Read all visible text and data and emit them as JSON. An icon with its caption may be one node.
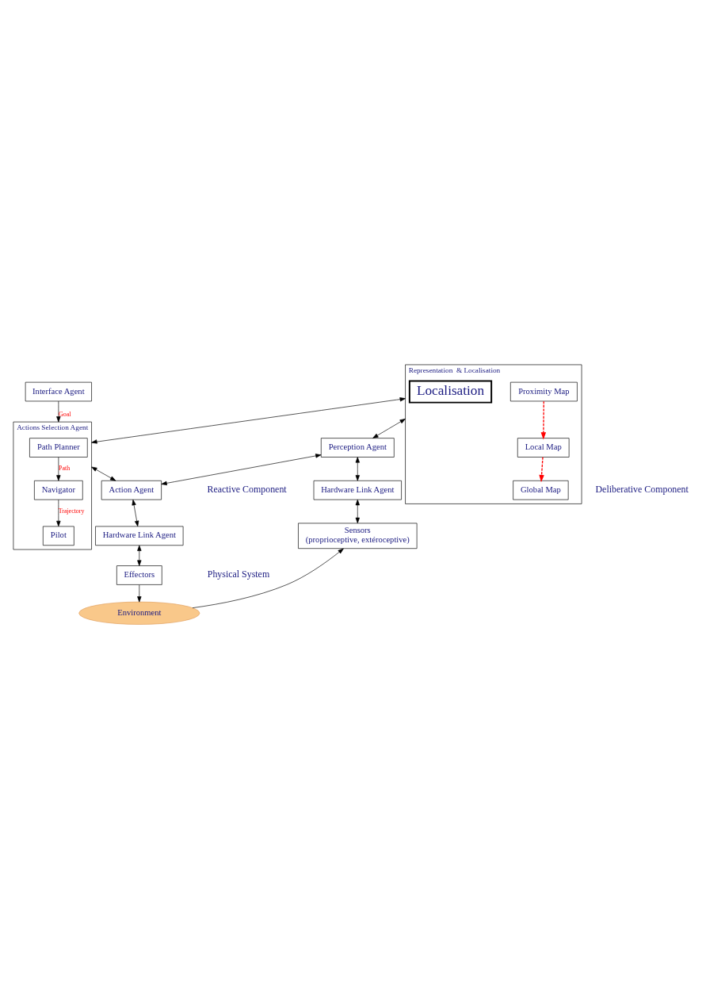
{
  "diagram": {
    "nodes": [
      {
        "text": [
          "Interface Agent"
        ]
      },
      {
        "text": [
          "Representation  & Localisation"
        ]
      },
      {
        "text": [
          "Localisation"
        ],
        "in": 1
      },
      {
        "text": [
          "Global Map"
        ],
        "in": 1
      },
      {
        "text": [
          "Local Map"
        ],
        "in": 1
      },
      {
        "text": [
          "Proximity Map"
        ],
        "in": 1
      },
      {
        "text": [
          "Actions Selection Agent"
        ]
      },
      {
        "text": [
          "Path Planner"
        ],
        "in": 6
      },
      {
        "text": [
          "Navigator"
        ],
        "in": 6
      },
      {
        "text": [
          "Pilot"
        ],
        "in": 6
      },
      {
        "text": [
          "Perception Agent"
        ]
      },
      {
        "text": [
          "Action Agent"
        ]
      },
      {
        "text": [
          "Hardware Link Agent"
        ]
      },
      {
        "text": [
          "Hardware Link Agent"
        ]
      },
      {
        "text": [
          "Sensors",
          "(proprioceptive, extéroceptive)"
        ]
      },
      {
        "text": [
          "Effectors"
        ]
      },
      {
        "text": [
          "Environment"
        ]
      }
    ],
    "edges": [
      {
        "from": 0,
        "to": 6,
        "arrow": "to",
        "label": "Goal"
      },
      {
        "from": 5,
        "to": 4,
        "arrow": "to",
        "style": "dashed",
        "color": "#ff0000"
      },
      {
        "from": 4,
        "to": 3,
        "arrow": "to",
        "style": "dashed",
        "color": "#ff0000"
      },
      {
        "from": 1,
        "to": 6,
        "arrow": "both"
      },
      {
        "from": 7,
        "to": 8,
        "arrow": "to",
        "label": "Path"
      },
      {
        "from": 8,
        "to": 9,
        "arrow": "to",
        "label": "Trajectory"
      },
      {
        "from": 1,
        "to": 10,
        "arrow": "both"
      },
      {
        "from": 6,
        "to": 11,
        "arrow": "both"
      },
      {
        "from": 10,
        "to": 11,
        "arrow": "both"
      },
      {
        "from": 10,
        "to": 12,
        "arrow": "both"
      },
      {
        "from": 11,
        "to": 13,
        "arrow": "both"
      },
      {
        "from": 12,
        "to": 14,
        "arrow": "both"
      },
      {
        "from": 13,
        "to": 15,
        "arrow": "both"
      },
      {
        "from": 16,
        "to": 14,
        "arrow": "to"
      },
      {
        "from": 15,
        "to": 16,
        "arrow": "to"
      }
    ],
    "labels": [
      "Deliberative Component",
      "Reactive Component",
      "Physical System"
    ]
  }
}
